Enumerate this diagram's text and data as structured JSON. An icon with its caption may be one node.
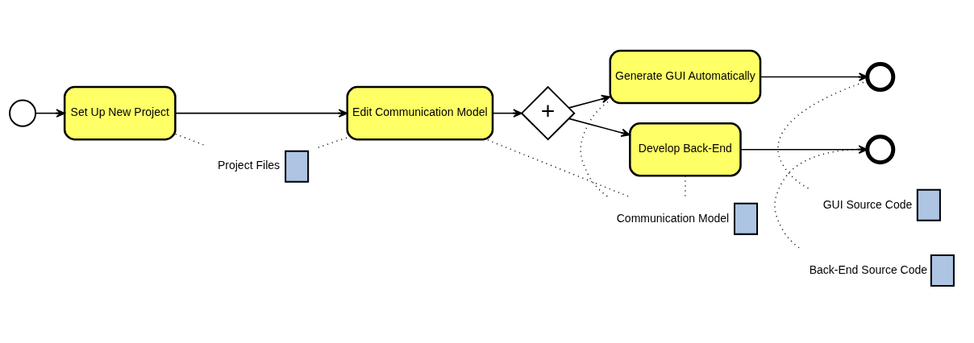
{
  "diagram": {
    "nodes": [
      {
        "text": [],
        "shape": "circle"
      },
      {
        "text": [
          "Set Up New Project"
        ]
      },
      {
        "text": [
          "Edit Communication Model"
        ]
      },
      {
        "text": [
          "+"
        ]
      },
      {
        "text": [
          "Generate GUI Automatically"
        ]
      },
      {
        "text": [
          "Develop Back-End"
        ]
      },
      {
        "text": [],
        "shape": "circle"
      },
      {
        "text": [],
        "shape": "circle"
      },
      {
        "text": [
          "Communication Model"
        ]
      },
      {
        "text": [
          "Project Files"
        ]
      },
      {
        "text": [
          "GUI Source Code"
        ]
      },
      {
        "text": [
          "Back-End Source Code"
        ]
      }
    ],
    "edges": [
      {
        "from": 0,
        "to": 1,
        "arrow": "to"
      },
      {
        "from": 1,
        "to": 2,
        "arrow": "to"
      },
      {
        "from": 2,
        "to": 3,
        "arrow": "to"
      },
      {
        "from": 3,
        "to": 4,
        "arrow": "to"
      },
      {
        "from": 3,
        "to": 5,
        "arrow": "to"
      },
      {
        "from": 4,
        "to": 6,
        "arrow": "to"
      },
      {
        "from": 5,
        "to": 7,
        "arrow": "to"
      },
      {
        "from": 8,
        "to": 2,
        "arrow": "none",
        "style": "dashed"
      },
      {
        "from": 1,
        "to": 9,
        "arrow": "none",
        "style": "dashed"
      },
      {
        "from": 9,
        "to": 2,
        "arrow": "none",
        "style": "dashed"
      },
      {
        "from": 8,
        "to": 4,
        "arrow": "none",
        "style": "dashed"
      },
      {
        "from": 8,
        "to": 5,
        "arrow": "none",
        "style": "dashed"
      },
      {
        "from": 6,
        "to": 10,
        "arrow": "none",
        "style": "dashed"
      },
      {
        "from": 7,
        "to": 11,
        "arrow": "none",
        "style": "dashed"
      }
    ]
  }
}
